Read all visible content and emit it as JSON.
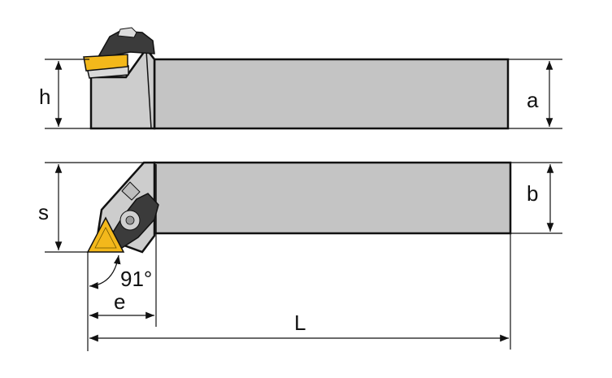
{
  "diagram": {
    "labels": {
      "h": "h",
      "a": "a",
      "s": "s",
      "b": "b",
      "angle": "91°",
      "e": "e",
      "L": "L"
    },
    "colors": {
      "body": "#c4c4c4",
      "head": "#cfcfcf",
      "insert": "#f3b81b",
      "dark": "#3b3b3b",
      "outline": "#111111"
    }
  }
}
